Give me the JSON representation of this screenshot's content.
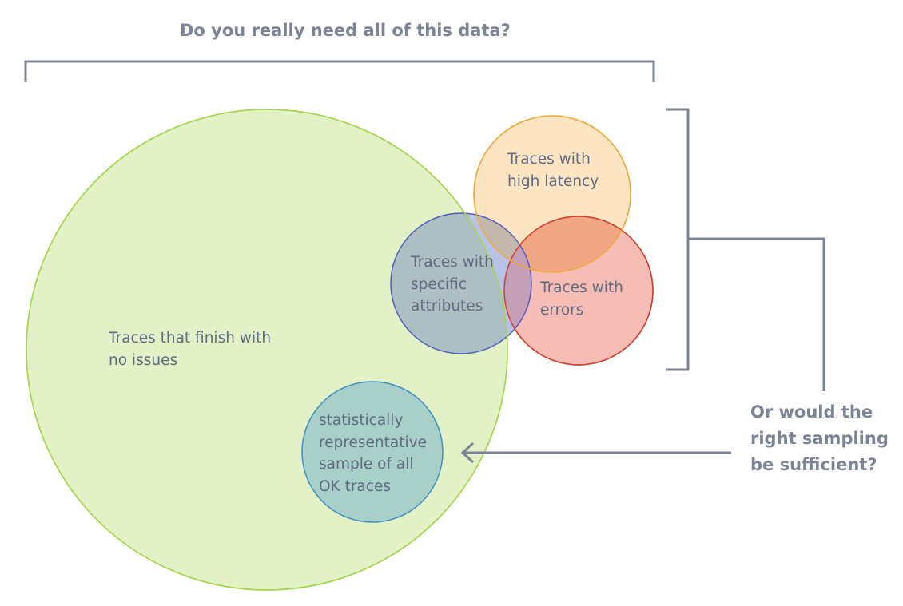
{
  "diagram": {
    "top_question": "Do you really need all of this data?",
    "side_question": [
      "Or would the",
      "right sampling",
      "be sufficient?"
    ],
    "circles": {
      "ok_traces": {
        "lines": [
          "Traces that finish with",
          "no issues"
        ],
        "fill": "#e2f1c6",
        "stroke": "#a3d64a"
      },
      "sample": {
        "lines": [
          "statistically",
          "representative",
          "sample of all",
          "OK traces"
        ],
        "fill": "#a9cfc9",
        "stroke": "#3a8fc5"
      },
      "latency": {
        "lines": [
          "Traces with",
          "high latency"
        ],
        "fill": "#fde4c2",
        "stroke": "#f0a93a"
      },
      "errors": {
        "lines": [
          "Traces with",
          "errors"
        ],
        "fill": "#f5bdb5",
        "stroke": "#d33d2c"
      },
      "attributes": {
        "lines": [
          "Traces with",
          "specific",
          "attributes"
        ],
        "fill": "#aebfc3",
        "stroke": "#4e5fbf"
      }
    },
    "colors": {
      "bracket": "#7b8497",
      "text": "#5e6a80",
      "heading": "#7b8497"
    }
  }
}
